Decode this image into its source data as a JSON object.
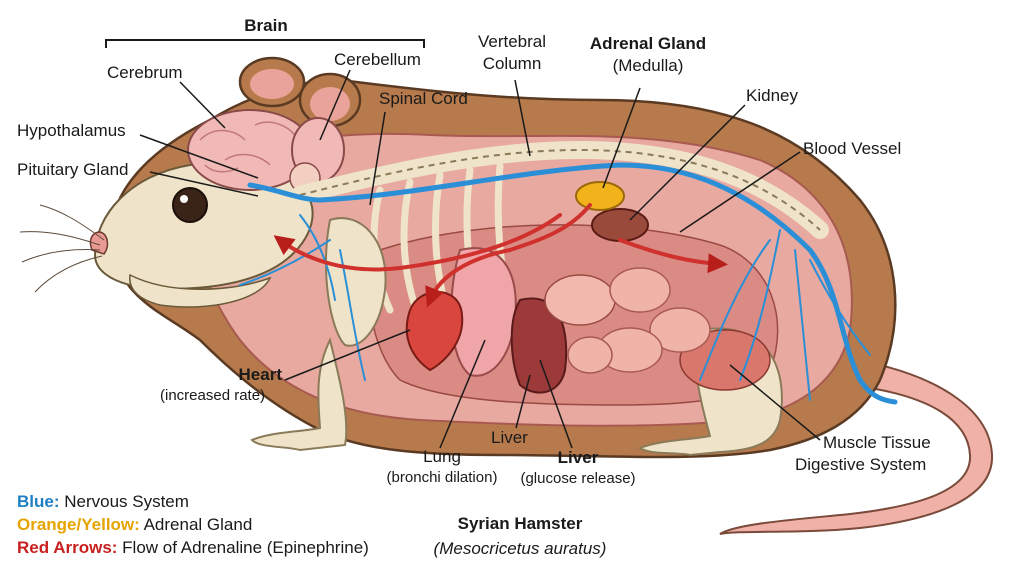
{
  "labels": {
    "brain": "Brain",
    "cerebrum": "Cerebrum",
    "cerebellum": "Cerebellum",
    "hypothalamus": "Hypothalamus",
    "pituitary": "Pituitary Gland",
    "vertebral_line1": "Vertebral",
    "vertebral_line2": "Column",
    "spinal_cord": "Spinal Cord",
    "adrenal_title": "Adrenal Gland",
    "adrenal_sub": "(Medulla)",
    "kidney": "Kidney",
    "blood_vessel": "Blood Vessel",
    "heart_title": "Heart",
    "heart_sub": "(increased rate)",
    "lung_title": "Lung",
    "lung_sub": "(bronchi dilation)",
    "liver_plain": "Liver",
    "liver_title": "Liver",
    "liver_sub": "(glucose release)",
    "muscle": "Muscle Tissue",
    "digestive": "Digestive System"
  },
  "legend": {
    "blue_key": "Blue:",
    "blue_text": " Nervous System",
    "orange_key": "Orange/Yellow:",
    "orange_text": " Adrenal Gland",
    "red_key": "Red Arrows:",
    "red_text": " Flow of Adrenaline (Epinephrine)"
  },
  "caption": {
    "common": "Syrian Hamster",
    "scientific": "(Mesocricetus auratus)"
  },
  "colors": {
    "nervous": "#2a8fd6",
    "adrenal": "#f2b21b",
    "adrenaline": "#d0312d"
  }
}
